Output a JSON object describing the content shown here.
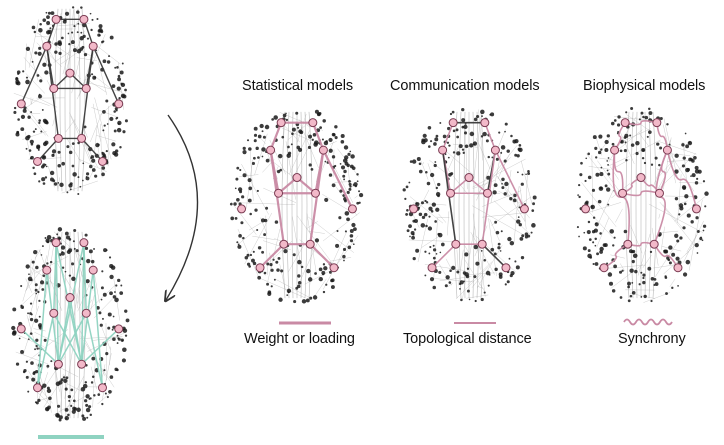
{
  "model_titles": [
    "Statistical models",
    "Communication models",
    "Biophysical models"
  ],
  "edge_keys": [
    "Weight or loading",
    "Topological distance",
    "Synchrony"
  ],
  "colors": {
    "structural_edge": "#3a3a3a",
    "functional_edge": "#8fd3c1",
    "model_edge": "#c98aa4",
    "node_fill": "#f2b9c9",
    "node_stroke": "#7a3b52",
    "mesh": "#9a9a9a",
    "dot": "#1a1a1a"
  }
}
